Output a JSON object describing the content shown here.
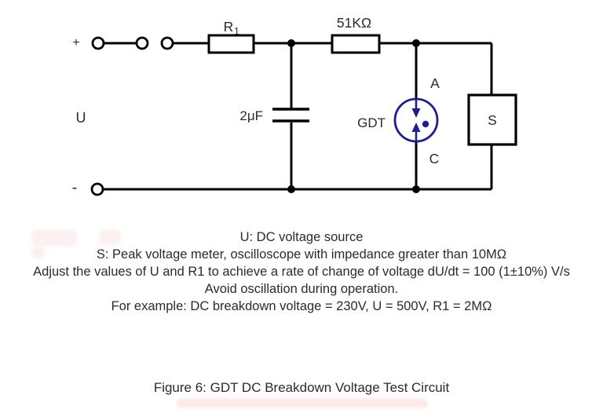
{
  "circuit": {
    "labels": {
      "plus": "+",
      "minus": "-",
      "source": "U",
      "r1_base": "R",
      "r1_sub": "1",
      "series_resistor": "51KΩ",
      "capacitor": "2μF",
      "gdt": "GDT",
      "anode": "A",
      "cathode": "C",
      "meter": "S"
    },
    "colors": {
      "wire": "#000000",
      "gdt_symbol": "#1e1e8c",
      "text": "#2b2b2b"
    }
  },
  "notes": {
    "lines": [
      "U: DC voltage source",
      "S: Peak voltage meter, oscilloscope with impedance greater than 10MΩ",
      "Adjust the values of U and R1 to achieve a rate of change of voltage dU/dt = 100 (1±10%) V/s",
      "Avoid oscillation during operation.",
      "For example: DC breakdown voltage = 230V, U = 500V, R1 = 2MΩ"
    ]
  },
  "figure": {
    "caption": "Figure 6: GDT DC Breakdown Voltage Test Circuit"
  }
}
